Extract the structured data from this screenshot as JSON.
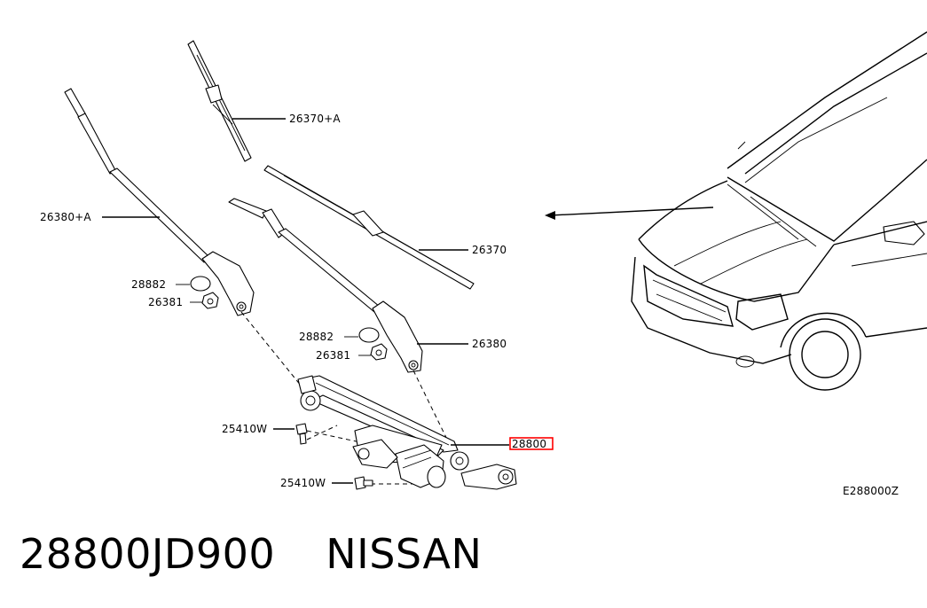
{
  "labels": {
    "blade_a": "26370+A",
    "arm_a": "26380+A",
    "cap_left": "28882",
    "nut_left": "26381",
    "blade": "26370",
    "cap_right": "28882",
    "nut_right": "26381",
    "arm": "26380",
    "bolt_upper": "25410W",
    "linkage": "28800",
    "bolt_lower": "25410W",
    "diagram_code": "E288000Z"
  },
  "footer": {
    "part_number": "28800JD900",
    "brand": "NISSAN"
  },
  "highlight_color": "#ff0000"
}
